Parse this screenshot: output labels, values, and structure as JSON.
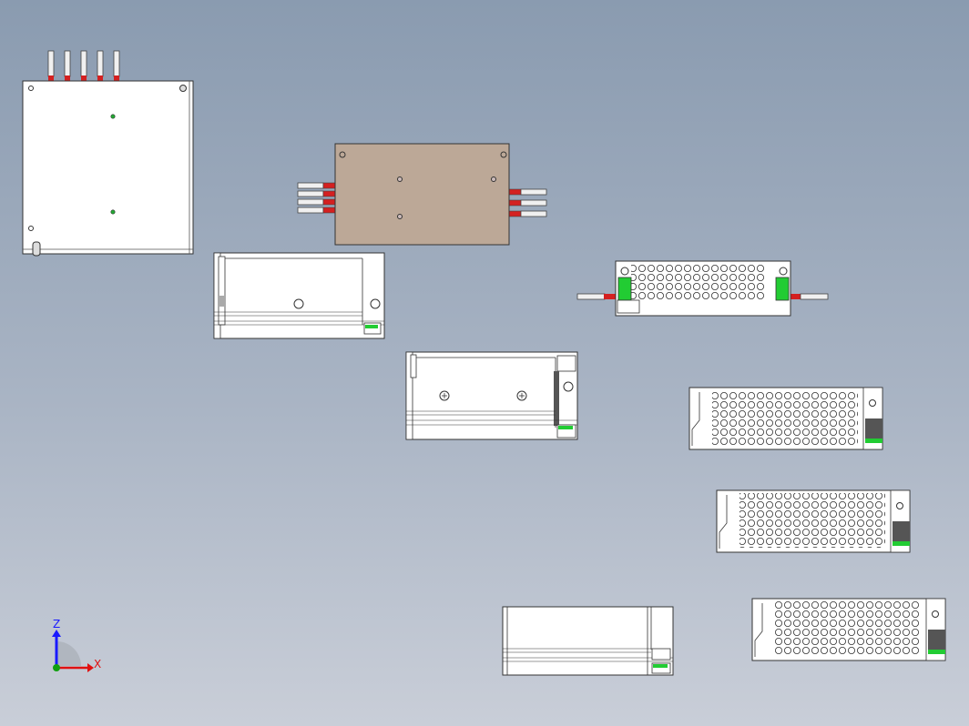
{
  "triad": {
    "z_label": "Z",
    "x_label": "X",
    "colors": {
      "z": "#1a1aff",
      "x": "#e01010",
      "y": "#10a010"
    }
  },
  "colors": {
    "background_top": "#8a9bb0",
    "background_bottom": "#c9ced8",
    "part_fill": "#ffffff",
    "bottom_plate_fill": "#bca897",
    "edge": "#333333",
    "wire_insulation": "#f0f0f0",
    "wire_sleeve": "#d42020",
    "terminal_green": "#22cc33"
  },
  "views": [
    "top-view-box",
    "bottom-view-plate",
    "front-view-a",
    "front-view-b",
    "front-view-c",
    "perforated-cover-a",
    "perforated-cover-b",
    "perforated-cover-c",
    "perforated-cover-d"
  ]
}
